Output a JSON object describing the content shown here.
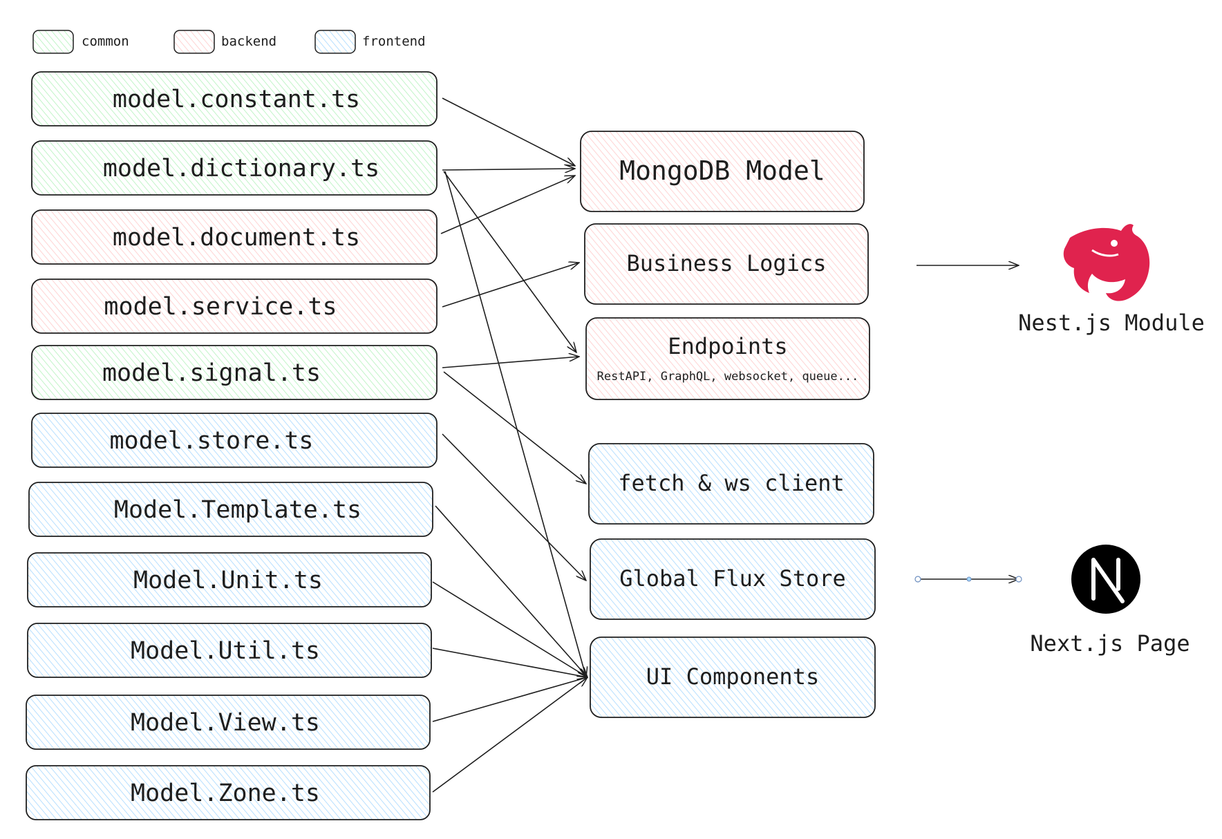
{
  "colors": {
    "common_fill": "#b2f2bb",
    "backend_fill": "#ffc9c9",
    "frontend_fill": "#a5d8ff",
    "stroke": "#1e1e1e",
    "nest_red": "#e0234e",
    "next_black": "#000000"
  },
  "legend": [
    {
      "label": "common",
      "kind": "common"
    },
    {
      "label": "backend",
      "kind": "backend"
    },
    {
      "label": "frontend",
      "kind": "frontend"
    }
  ],
  "files": [
    {
      "label": "model.constant.ts",
      "kind": "common"
    },
    {
      "label": "model.dictionary.ts",
      "kind": "common"
    },
    {
      "label": "model.document.ts",
      "kind": "backend"
    },
    {
      "label": "model.service.ts",
      "kind": "backend"
    },
    {
      "label": "model.signal.ts",
      "kind": "common"
    },
    {
      "label": "model.store.ts",
      "kind": "frontend"
    },
    {
      "label": "Model.Template.ts",
      "kind": "frontend"
    },
    {
      "label": "Model.Unit.ts",
      "kind": "frontend"
    },
    {
      "label": "Model.Util.ts",
      "kind": "frontend"
    },
    {
      "label": "Model.View.ts",
      "kind": "frontend"
    },
    {
      "label": "Model.Zone.ts",
      "kind": "frontend"
    }
  ],
  "targets": [
    {
      "label": "MongoDB Model",
      "sub": "",
      "kind": "backend"
    },
    {
      "label": "Business Logics",
      "sub": "",
      "kind": "backend"
    },
    {
      "label": "Endpoints",
      "sub": "RestAPI, GraphQL, websocket, queue...",
      "kind": "backend"
    },
    {
      "label": "fetch & ws client",
      "sub": "",
      "kind": "frontend"
    },
    {
      "label": "Global Flux Store",
      "sub": "",
      "kind": "frontend"
    },
    {
      "label": "UI Components",
      "sub": "",
      "kind": "frontend"
    }
  ],
  "edges": [
    {
      "from": "model.constant.ts",
      "to": "MongoDB Model"
    },
    {
      "from": "model.dictionary.ts",
      "to": "MongoDB Model"
    },
    {
      "from": "model.dictionary.ts",
      "to": "Endpoints"
    },
    {
      "from": "model.dictionary.ts",
      "to": "UI Components"
    },
    {
      "from": "model.document.ts",
      "to": "MongoDB Model"
    },
    {
      "from": "model.service.ts",
      "to": "Business Logics"
    },
    {
      "from": "model.signal.ts",
      "to": "Endpoints"
    },
    {
      "from": "model.signal.ts",
      "to": "fetch & ws client"
    },
    {
      "from": "model.store.ts",
      "to": "Global Flux Store"
    },
    {
      "from": "Model.Template.ts",
      "to": "UI Components"
    },
    {
      "from": "Model.Unit.ts",
      "to": "UI Components"
    },
    {
      "from": "Model.Util.ts",
      "to": "UI Components"
    },
    {
      "from": "Model.View.ts",
      "to": "UI Components"
    },
    {
      "from": "Model.Zone.ts",
      "to": "UI Components"
    }
  ],
  "outputs": [
    {
      "label": "Nest.js Module",
      "icon": "nestjs-logo-icon"
    },
    {
      "label": "Next.js Page",
      "icon": "nextjs-logo-icon"
    }
  ]
}
